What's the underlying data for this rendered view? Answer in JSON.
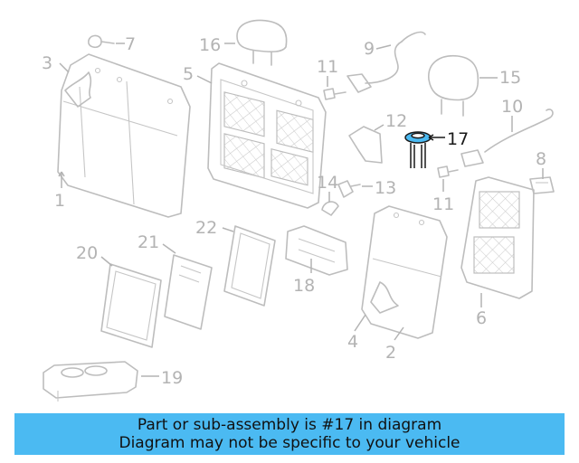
{
  "diagram": {
    "callouts": [
      {
        "id": "1",
        "text": "1"
      },
      {
        "id": "2",
        "text": "2"
      },
      {
        "id": "3",
        "text": "3"
      },
      {
        "id": "4",
        "text": "4"
      },
      {
        "id": "5",
        "text": "5"
      },
      {
        "id": "6",
        "text": "6"
      },
      {
        "id": "7",
        "text": "7"
      },
      {
        "id": "8",
        "text": "8"
      },
      {
        "id": "9",
        "text": "9"
      },
      {
        "id": "10",
        "text": "10"
      },
      {
        "id": "11a",
        "text": "11"
      },
      {
        "id": "11b",
        "text": "11"
      },
      {
        "id": "12",
        "text": "12"
      },
      {
        "id": "13",
        "text": "13"
      },
      {
        "id": "14",
        "text": "14"
      },
      {
        "id": "15",
        "text": "15"
      },
      {
        "id": "16",
        "text": "16"
      },
      {
        "id": "17",
        "text": "17"
      },
      {
        "id": "18",
        "text": "18"
      },
      {
        "id": "19",
        "text": "19"
      },
      {
        "id": "20",
        "text": "20"
      },
      {
        "id": "21",
        "text": "21"
      },
      {
        "id": "22",
        "text": "22"
      }
    ],
    "highlighted_part": "17",
    "colors": {
      "part_stroke": "#bdbdbd",
      "label": "#b3b3b3",
      "highlight": "#1a1a1a",
      "highlight_fill": "#4bbaf2"
    }
  },
  "banner": {
    "line1": "Part or sub-assembly is #17 in diagram",
    "line2": "Diagram may not be specific to your vehicle",
    "color": "#4bbaf2"
  }
}
